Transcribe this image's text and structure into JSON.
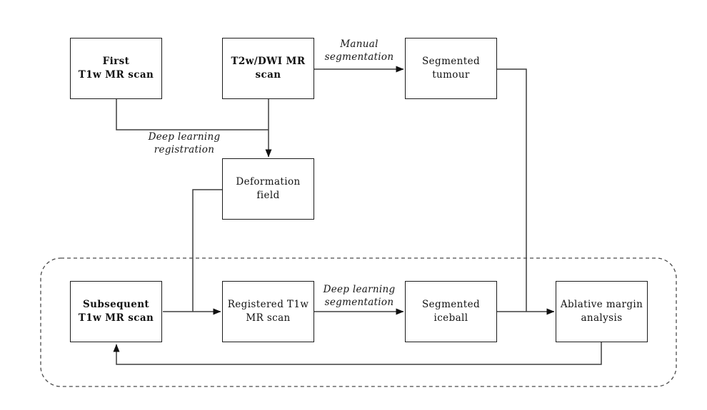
{
  "diagram": {
    "nodes": [
      {
        "id": "first-t1w",
        "line1": "First",
        "line2": "T1w MR scan",
        "bold": true
      },
      {
        "id": "t2w-dwi",
        "line1": "T2w/DWI MR",
        "line2": "scan",
        "bold": true
      },
      {
        "id": "segmented-tumour",
        "line1": "Segmented",
        "line2": "tumour",
        "bold": false
      },
      {
        "id": "deformation-field",
        "line1": "Deformation",
        "line2": "field",
        "bold": false
      },
      {
        "id": "subsequent-t1w",
        "line1": "Subsequent",
        "line2": "T1w MR scan",
        "bold": true
      },
      {
        "id": "registered-t1w",
        "line1": "Registered T1w",
        "line2": "MR scan",
        "bold": false
      },
      {
        "id": "segmented-iceball",
        "line1": "Segmented",
        "line2": "iceball",
        "bold": false
      },
      {
        "id": "ablative-margin",
        "line1": "Ablative margin",
        "line2": "analysis",
        "bold": false
      }
    ],
    "edge_labels": [
      {
        "id": "manual-segmentation",
        "line1": "Manual",
        "line2": "segmentation"
      },
      {
        "id": "deep-learning-registration",
        "line1": "Deep learning",
        "line2": "registration"
      },
      {
        "id": "deep-learning-segmentation",
        "line1": "Deep learning",
        "line2": "segmentation"
      }
    ],
    "colors": {
      "background": "#ffffff",
      "box_border": "#1c1c1c",
      "connector_line": "#3f3f3f",
      "arrowhead": "#111111",
      "dashed_container": "#4a4a4a",
      "text": "#111111"
    }
  }
}
